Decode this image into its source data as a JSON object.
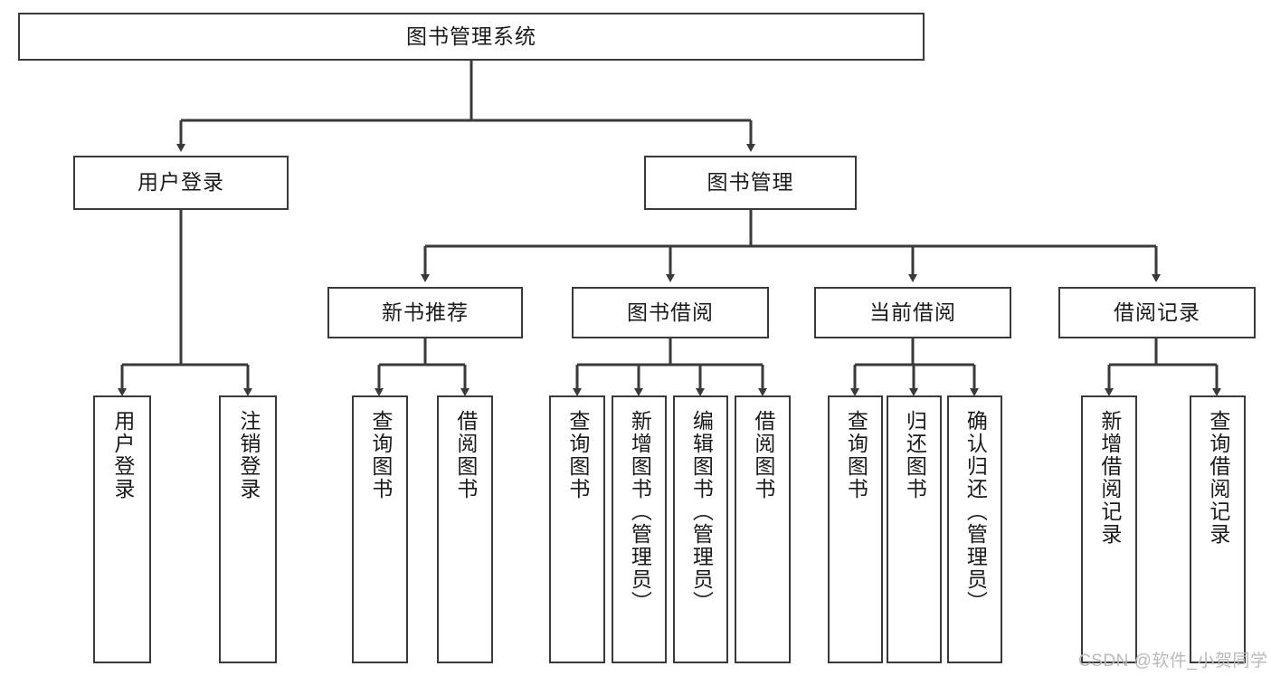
{
  "diagram": {
    "title": "图书管理系统",
    "type": "hierarchy-tree",
    "orientation": "top-down",
    "style": {
      "line_color": "#3a3a3a",
      "box_border_color": "#3a3a3a",
      "box_fill": "#ffffff",
      "background": "#ffffff",
      "text_color": "#1a1a1a"
    },
    "levels": [
      {
        "level": 0,
        "nodes": [
          {
            "id": "root",
            "label": "图书管理系统",
            "orientation": "horizontal"
          }
        ]
      },
      {
        "level": 1,
        "nodes": [
          {
            "id": "user-login",
            "label": "用户登录",
            "orientation": "horizontal",
            "parent": "root"
          },
          {
            "id": "book-manage",
            "label": "图书管理",
            "orientation": "horizontal",
            "parent": "root"
          }
        ]
      },
      {
        "level": 2,
        "nodes": [
          {
            "id": "new-book-rec",
            "label": "新书推荐",
            "orientation": "horizontal",
            "parent": "book-manage"
          },
          {
            "id": "book-borrow",
            "label": "图书借阅",
            "orientation": "horizontal",
            "parent": "book-manage"
          },
          {
            "id": "current-borrow",
            "label": "当前借阅",
            "orientation": "horizontal",
            "parent": "book-manage"
          },
          {
            "id": "borrow-record",
            "label": "借阅记录",
            "orientation": "horizontal",
            "parent": "book-manage"
          }
        ]
      },
      {
        "level": 3,
        "nodes": [
          {
            "id": "leaf-user-login",
            "label": "用户登录",
            "orientation": "vertical",
            "parent": "user-login"
          },
          {
            "id": "leaf-logout",
            "label": "注销登录",
            "orientation": "vertical",
            "parent": "user-login"
          },
          {
            "id": "leaf-query-book-1",
            "label": "查询图书",
            "orientation": "vertical",
            "parent": "new-book-rec"
          },
          {
            "id": "leaf-borrow-book-1",
            "label": "借阅图书",
            "orientation": "vertical",
            "parent": "new-book-rec"
          },
          {
            "id": "leaf-query-book-2",
            "label": "查询图书",
            "orientation": "vertical",
            "parent": "book-borrow"
          },
          {
            "id": "leaf-add-book",
            "label": "新增图书（管理员）",
            "orientation": "vertical",
            "parent": "book-borrow"
          },
          {
            "id": "leaf-edit-book",
            "label": "编辑图书（管理员）",
            "orientation": "vertical",
            "parent": "book-borrow"
          },
          {
            "id": "leaf-borrow-book-2",
            "label": "借阅图书",
            "orientation": "vertical",
            "parent": "book-borrow"
          },
          {
            "id": "leaf-query-book-3",
            "label": "查询图书",
            "orientation": "vertical",
            "parent": "current-borrow"
          },
          {
            "id": "leaf-return-book",
            "label": "归还图书",
            "orientation": "vertical",
            "parent": "current-borrow"
          },
          {
            "id": "leaf-confirm-return",
            "label": "确认归还（管理员）",
            "orientation": "vertical",
            "parent": "current-borrow"
          },
          {
            "id": "leaf-add-record",
            "label": "新增借阅记录",
            "orientation": "vertical",
            "parent": "borrow-record"
          },
          {
            "id": "leaf-query-record",
            "label": "查询借阅记录",
            "orientation": "vertical",
            "parent": "borrow-record"
          }
        ]
      }
    ]
  },
  "watermark": {
    "text": "CSDN @软件_小贺同学"
  }
}
